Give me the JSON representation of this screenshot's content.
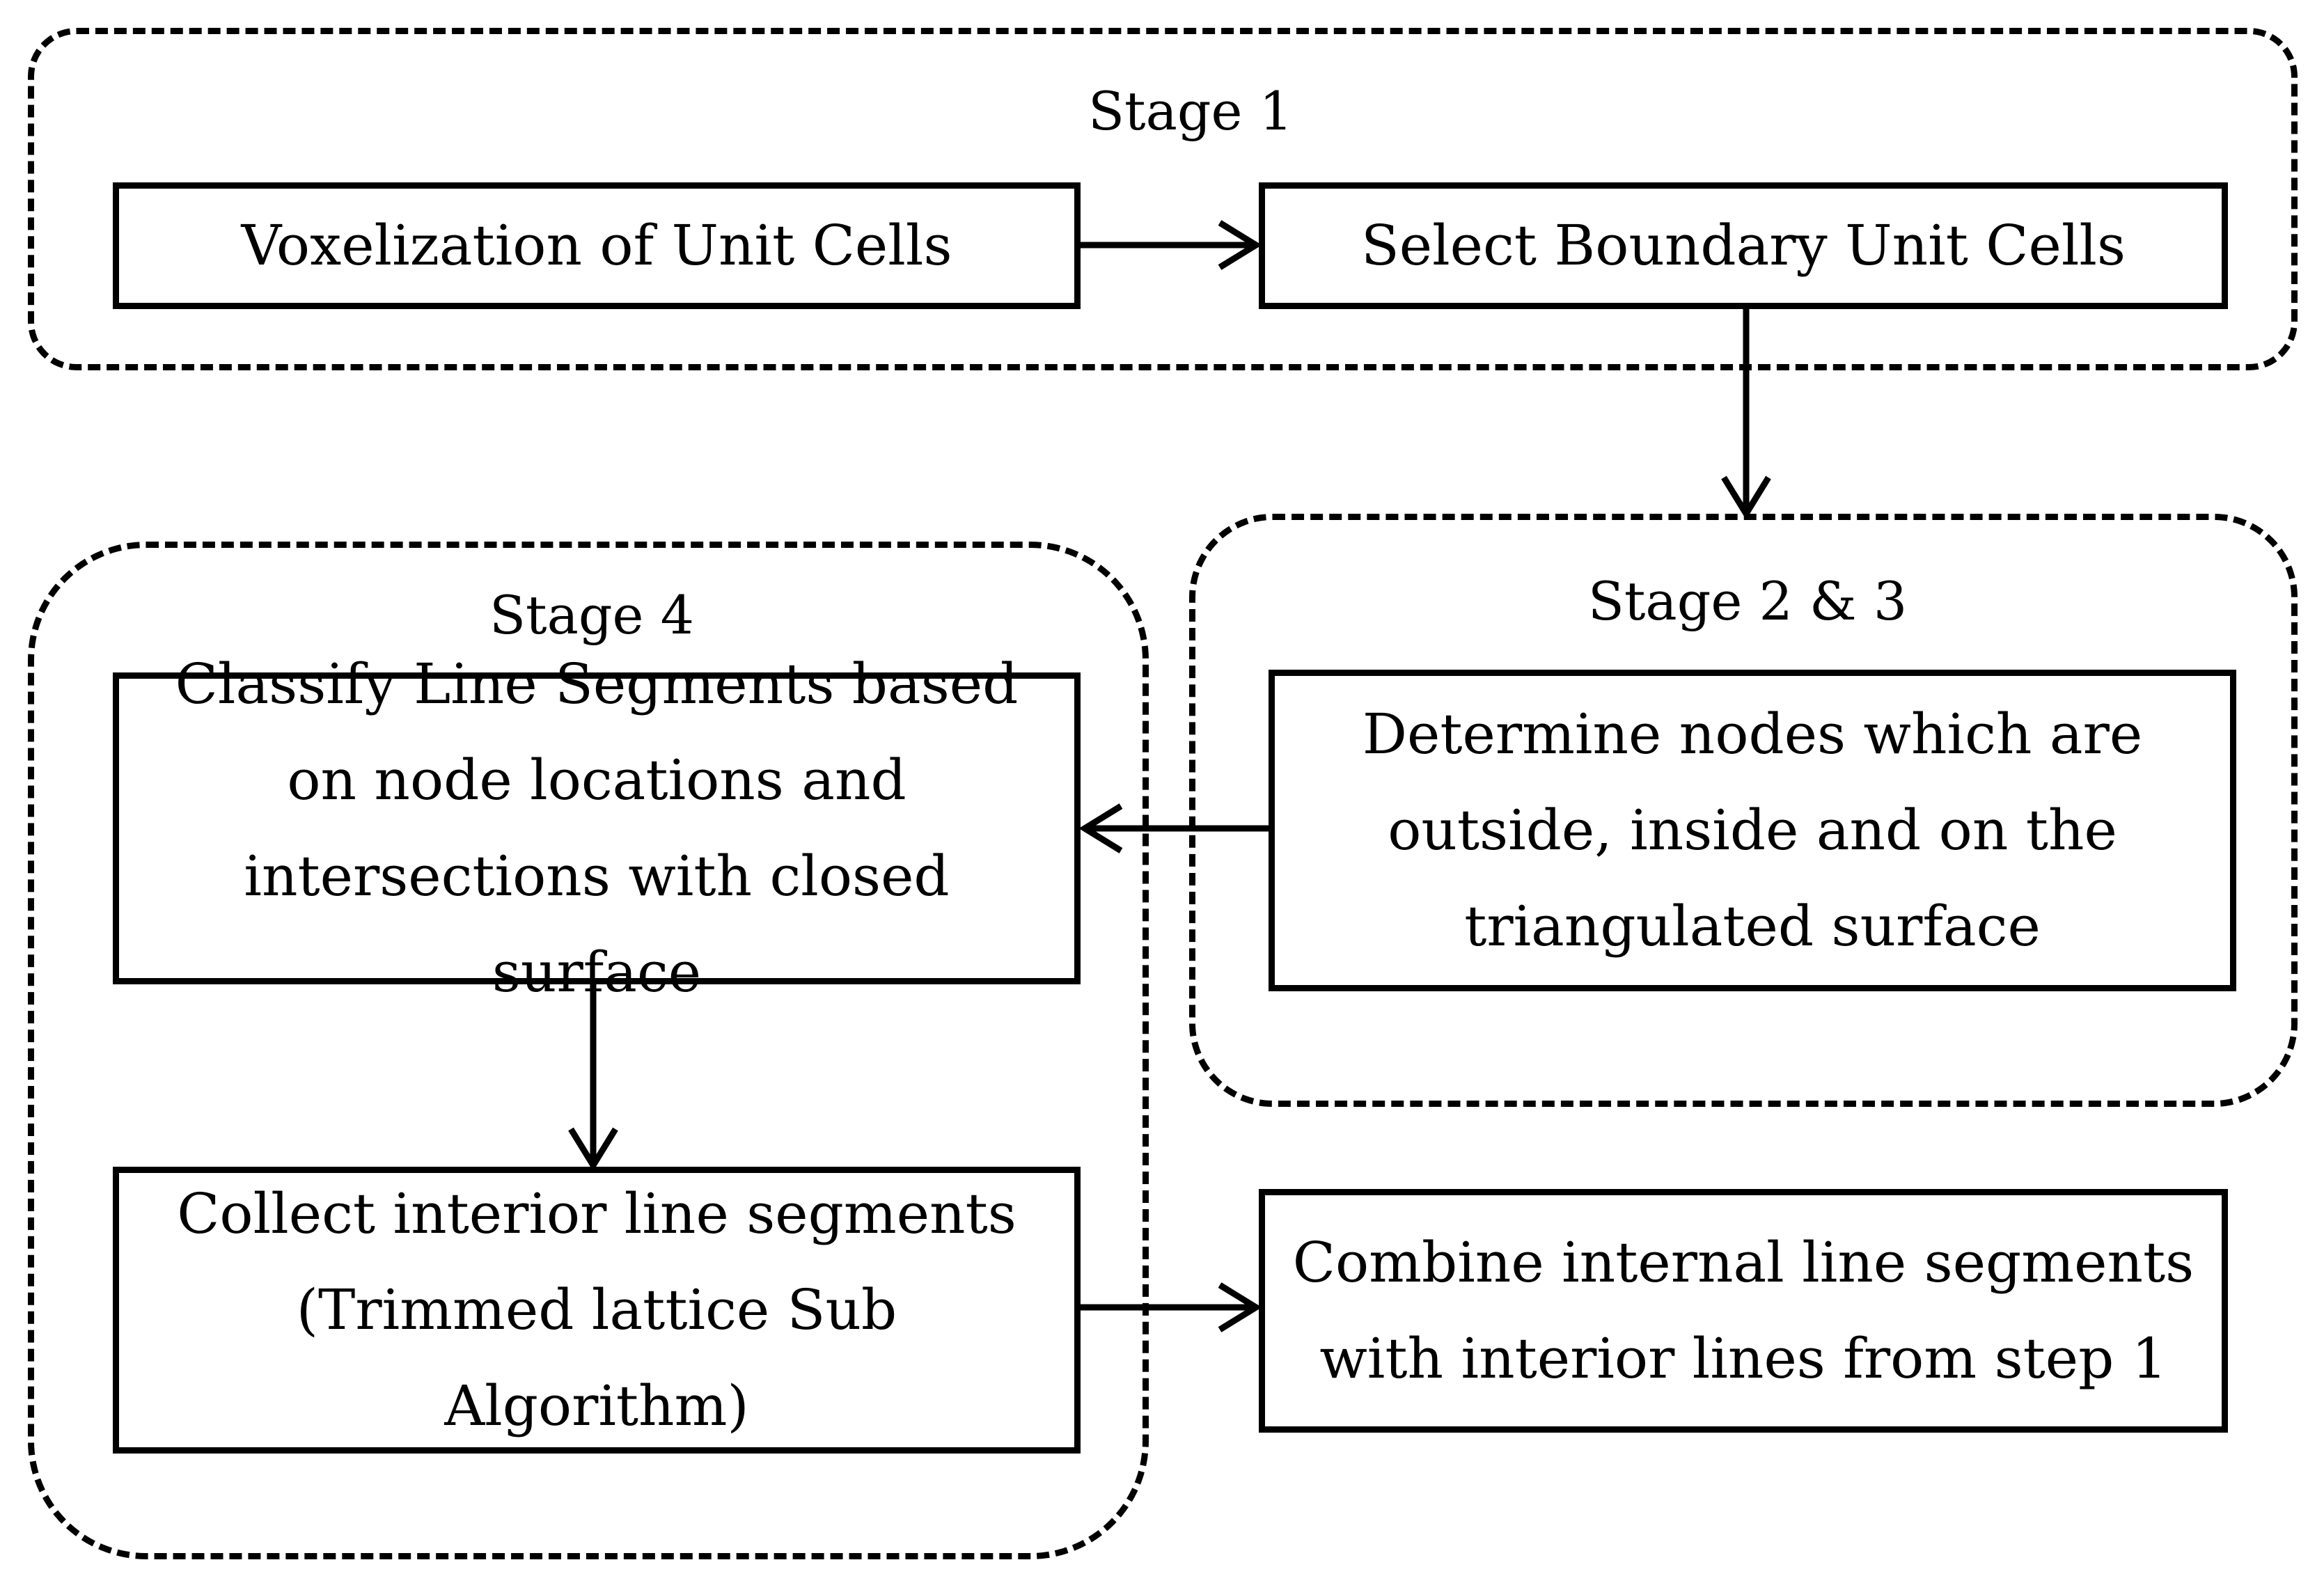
{
  "stages": {
    "stage1": "Stage 1",
    "stage23": "Stage 2 & 3",
    "stage4": "Stage 4"
  },
  "boxes": {
    "voxelization": "Voxelization of Unit Cells",
    "boundary": "Select Boundary Unit Cells",
    "determine": "Determine nodes which are outside, inside and on the triangulated surface",
    "classify": "Classify Line Segments based on node locations and intersections with closed surface",
    "collect": "Collect interior line segments (Trimmed lattice Sub Algorithm)",
    "combine": "Combine internal line segments with interior lines from step 1"
  }
}
